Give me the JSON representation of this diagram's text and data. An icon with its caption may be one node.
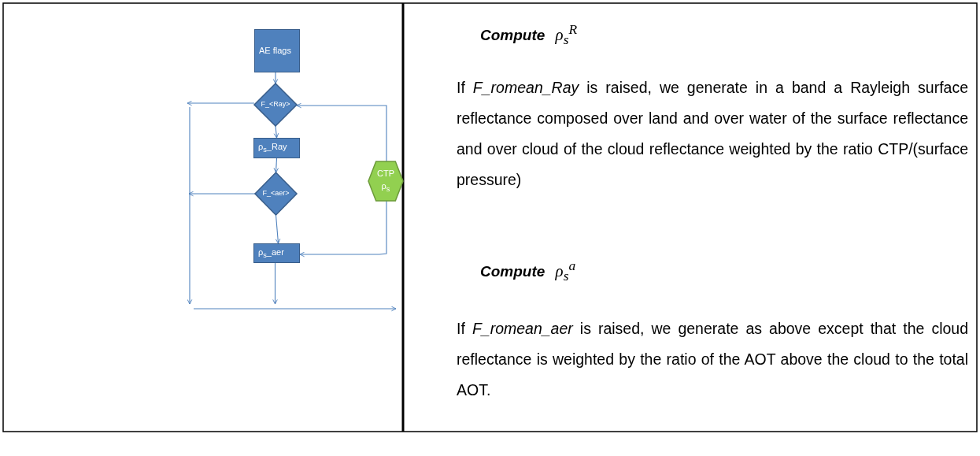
{
  "diagram": {
    "nodes": [
      {
        "text": [
          "AE flags"
        ]
      },
      {
        "text": [
          "F_<Ray>"
        ]
      },
      {
        "text": [
          "ρ$_{s}$_Ray"
        ]
      },
      {
        "text": [
          "F_<aer>"
        ]
      },
      {
        "text": [
          "ρ$_{s}$_aer"
        ]
      },
      {
        "text": [
          "CTP",
          "ρ$_{s}$"
        ]
      }
    ],
    "edges": [
      {
        "from": 0,
        "to": 1,
        "arrow": "to"
      },
      {
        "from": 1,
        "to": null,
        "arrow": "to"
      },
      {
        "from": 1,
        "to": 2,
        "arrow": "to"
      },
      {
        "from": 2,
        "to": 3,
        "arrow": "to"
      },
      {
        "from": 3,
        "to": null,
        "arrow": "to"
      },
      {
        "from": 3,
        "to": 4,
        "arrow": "to"
      },
      {
        "from": 4,
        "to": null,
        "arrow": "to"
      },
      {
        "from": 5,
        "to": 1,
        "arrow": "to"
      },
      {
        "from": 5,
        "to": 4,
        "arrow": "to"
      }
    ],
    "labels": [
      "**Compute** *ρ*$_{s}$$^{R}$",
      "If *F_romean_Ray* is raised, we generate in a band a Rayleigh surface reflectance composed over land and over water of the surface reflectance and over cloud of the cloud reflectance weighted by the ratio CTP/(surface pressure)",
      "**Compute** *ρ*$_{s}$$^{a}$",
      "If *F_romean_aer* is raised, we generate as above except that the cloud reflectance is weighted by the ratio of the AOT above the cloud to the total AOT."
    ]
  }
}
